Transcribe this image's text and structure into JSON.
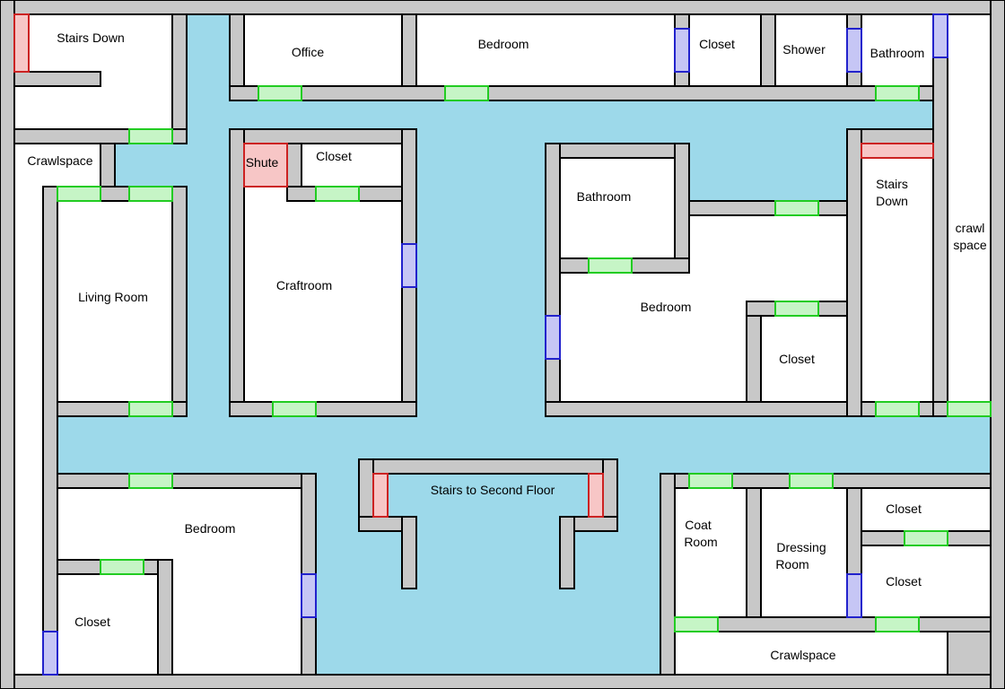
{
  "colors": {
    "hallway": "#9dd9ea",
    "room": "#ffffff",
    "wall_fill": "#c8c8c8",
    "wall_stroke": "#000000",
    "door_open": "#c6f5c6",
    "door_open_border": "#22cc22",
    "door_locked": "#f7c6c6",
    "door_locked_border": "#cc2222",
    "door_closed": "#c6c6f5",
    "door_closed_border": "#2222cc"
  },
  "labels": {
    "stairs_down_nw": "Stairs Down",
    "office": "Office",
    "bedroom_north": "Bedroom",
    "closet_north": "Closet",
    "shower": "Shower",
    "bathroom_ne": "Bathroom",
    "crawlspace_west": "Crawlspace",
    "shute": "Shute",
    "closet_craft": "Closet",
    "craftroom": "Craftroom",
    "living_room": "Living Room",
    "bathroom_center": "Bathroom",
    "bedroom_center": "Bedroom",
    "closet_center": "Closet",
    "stairs_down_east_1": "Stairs",
    "stairs_down_east_2": "Down",
    "crawl_space_1": "crawl",
    "crawl_space_2": "space",
    "stairs_second_floor": "Stairs to Second Floor",
    "bedroom_sw": "Bedroom",
    "closet_sw": "Closet",
    "coat_room_1": "Coat",
    "coat_room_2": "Room",
    "dressing_room_1": "Dressing",
    "dressing_room_2": "Room",
    "closet_se_1": "Closet",
    "closet_se_2": "Closet",
    "crawlspace_south": "Crawlspace"
  }
}
